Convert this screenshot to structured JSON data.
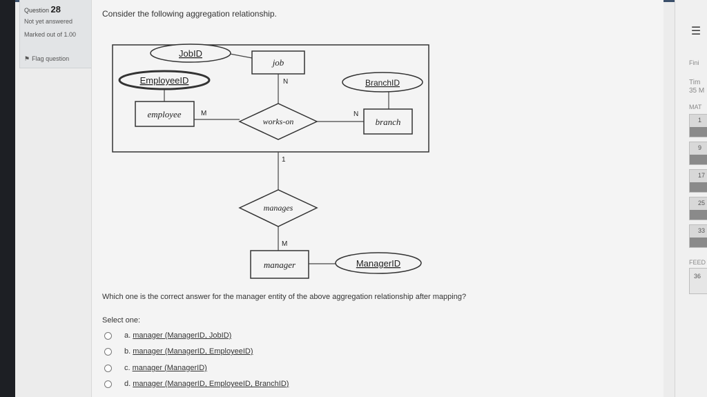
{
  "question_info": {
    "prefix": "Question",
    "number": "28",
    "status": "Not yet answered",
    "marked_out_of": "Marked out of 1.00",
    "flag_label": "Flag question"
  },
  "question": {
    "prompt": "Consider the following aggregation relationship.",
    "diagram": {
      "attr_jobid": "JobID",
      "attr_employeeid": "EmployeeID",
      "attr_branchid": "BranchID",
      "attr_managerid": "ManagerID",
      "entity_job": "job",
      "entity_employee": "employee",
      "entity_branch": "branch",
      "entity_manager": "manager",
      "rel_works_on": "works-on",
      "rel_manages": "manages",
      "card_job": "N",
      "card_employee": "M",
      "card_branch": "N",
      "card_agg": "1",
      "card_manager": "M"
    },
    "question_text": "Which one is the correct answer for the manager entity of the above aggregation relationship after mapping?",
    "select_one": "Select one:",
    "options": [
      {
        "letter": "a.",
        "text": "manager (ManagerID, JobID)"
      },
      {
        "letter": "b.",
        "text": "manager (ManagerID, EmployeeID)"
      },
      {
        "letter": "c.",
        "text": "manager (ManagerID)"
      },
      {
        "letter": "d.",
        "text": "manager (ManagerID, EmployeeID, BranchID)"
      }
    ]
  },
  "nav": {
    "menu_icon": "hamburger-icon",
    "finish": "Fini",
    "time": "Tim",
    "time_value": "35 M",
    "mark": "MAT",
    "buttons": [
      "1",
      "9",
      "17",
      "25",
      "33"
    ],
    "feedback": "FEED",
    "button_36": "36"
  }
}
